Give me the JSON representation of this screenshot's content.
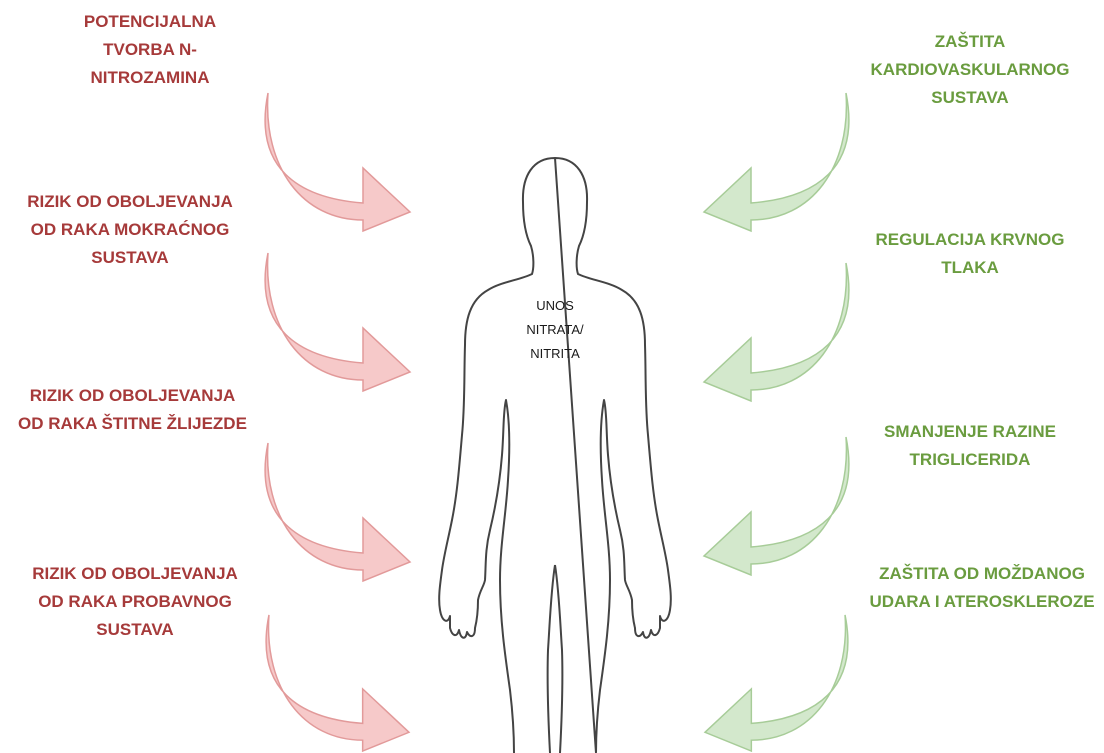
{
  "risks": [
    {
      "lines": [
        "POTENCIJALNA",
        "TVORBA N-",
        "NITROZAMINA"
      ]
    },
    {
      "lines": [
        "RIZIK OD OBOLJEVANJA",
        "OD RAKA MOKRAĆNOG",
        "SUSTAVA"
      ]
    },
    {
      "lines": [
        "RIZIK OD OBOLJEVANJA",
        "OD RAKA ŠTITNE ŽLIJEZDE"
      ]
    },
    {
      "lines": [
        "RIZIK OD OBOLJEVANJA",
        "OD RAKA PROBAVNOG",
        "SUSTAVA"
      ]
    }
  ],
  "benefits": [
    {
      "lines": [
        "ZAŠTITA",
        "KARDIOVASKULARNOG",
        "SUSTAVA"
      ]
    },
    {
      "lines": [
        "REGULACIJA KRVNOG",
        "TLAKA"
      ]
    },
    {
      "lines": [
        "SMANJENJE RAZINE",
        "TRIGLICERIDA"
      ]
    },
    {
      "lines": [
        "ZAŠTITA OD MOŽDANOG",
        "UDARA I ATEROSKLEROZE"
      ]
    }
  ],
  "center": {
    "lines": [
      "UNOS",
      "NITRATA/",
      "NITRITA"
    ]
  },
  "colors": {
    "risk_text": "#a63a3a",
    "risk_arrow_fill": "#f6c9c9",
    "risk_arrow_stroke": "#e29a9a",
    "benefit_text": "#6a9c3f",
    "benefit_arrow_fill": "#d3e8cc",
    "benefit_arrow_stroke": "#a7cc98",
    "body_outline": "#444444"
  },
  "icons": {
    "arrow": "curved-arrow-icon",
    "body": "human-body-outline-icon"
  }
}
